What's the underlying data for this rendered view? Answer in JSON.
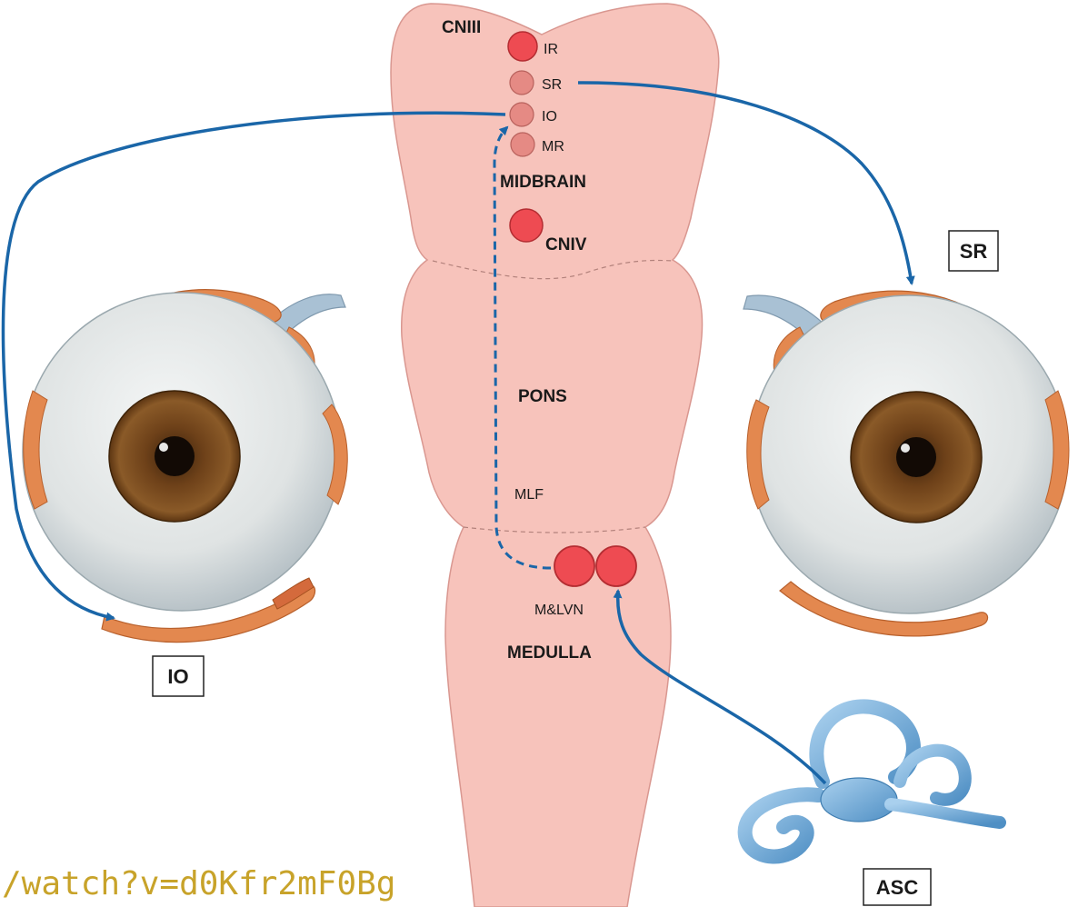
{
  "brainstem": {
    "cn3": "CNIII",
    "nuclei": [
      "IR",
      "SR",
      "IO",
      "MR"
    ],
    "midbrain": "MIDBRAIN",
    "cn4": "CNIV",
    "pons": "PONS",
    "mlf": "MLF",
    "vestibular_nuclei": "M&LVN",
    "medulla": "MEDULLA"
  },
  "boxes": {
    "left_eye_muscle": "IO",
    "right_eye_muscle": "SR",
    "canal": "ASC"
  },
  "colors": {
    "brainstem_fill": "#f7c3bb",
    "nucleus_red": "#ee4b52",
    "nucleus_light": "#e58a84",
    "pathway_blue": "#1a66a8",
    "iris_brown": "#7a4a1e",
    "muscle_orange": "#e3884f",
    "canal_blue": "#7fb3dd",
    "link_gold": "#c8a32a"
  },
  "footer": {
    "url_fragment": "/watch?v=d0Kfr2mF0Bg"
  }
}
